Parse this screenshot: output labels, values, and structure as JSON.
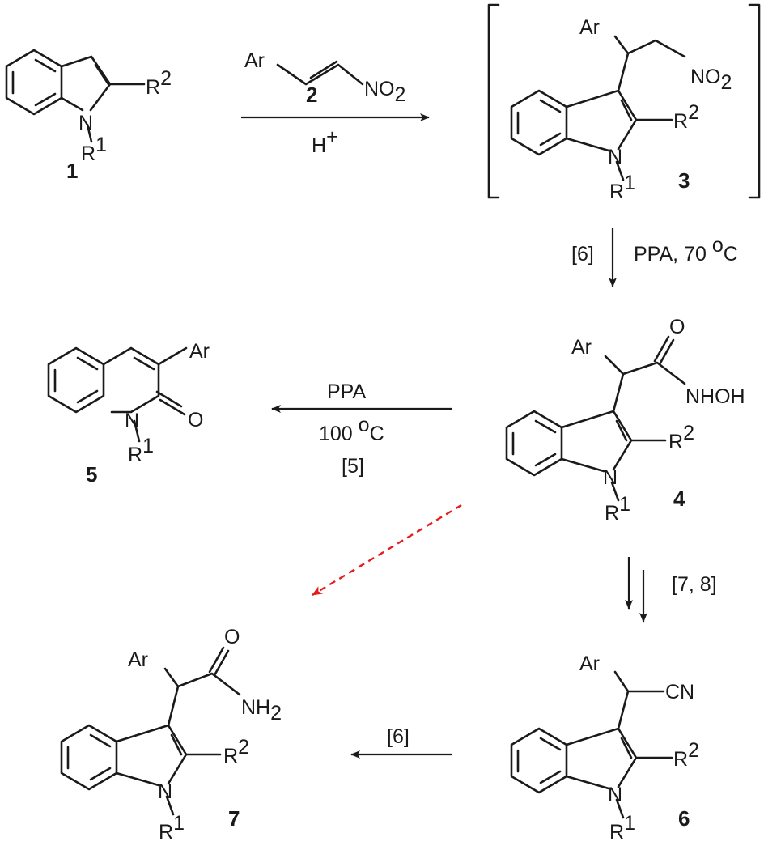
{
  "compounds": {
    "c1": {
      "number": "1",
      "subs": {
        "R1": "R",
        "R1sup": "1",
        "R2": "R",
        "R2sup": "2"
      }
    },
    "c2": {
      "number": "2",
      "ar": "Ar",
      "no2": "NO",
      "no2sub": "2"
    },
    "c3": {
      "number": "3",
      "ar": "Ar",
      "no2": "NO",
      "no2sub": "2",
      "r1": "R",
      "r1sup": "1",
      "r2": "R",
      "r2sup": "2"
    },
    "c4": {
      "number": "4",
      "ar": "Ar",
      "o": "O",
      "nhoh": "NHOH",
      "r1": "R",
      "r1sup": "1",
      "r2": "R",
      "r2sup": "2"
    },
    "c5": {
      "number": "5",
      "ar": "Ar",
      "o": "O",
      "n": "N",
      "r1": "R",
      "r1sup": "1"
    },
    "c6": {
      "number": "6",
      "ar": "Ar",
      "cn": "CN",
      "r1": "R",
      "r1sup": "1",
      "r2": "R",
      "r2sup": "2"
    },
    "c7": {
      "number": "7",
      "ar": "Ar",
      "o": "O",
      "nh2": "NH",
      "nh2sub": "2",
      "r1": "R",
      "r1sup": "1",
      "r2": "R",
      "r2sup": "2"
    }
  },
  "atom_n": "N",
  "arrows": {
    "a12": {
      "catalyst": "H",
      "catalyst_sup": "+"
    },
    "a34": {
      "ref": "[6]",
      "reagent": "PPA, 70 ",
      "deg": "o",
      "unit": "C"
    },
    "a45": {
      "reagent": "PPA",
      "temp": "100 ",
      "deg": "o",
      "unit": "C",
      "ref": "[5]"
    },
    "a46": {
      "ref": "[7, 8]"
    },
    "a67": {
      "ref": "[6]"
    }
  },
  "colors": {
    "ink": "#1a1a1a",
    "dashed_arrow": "#e41c1c"
  }
}
